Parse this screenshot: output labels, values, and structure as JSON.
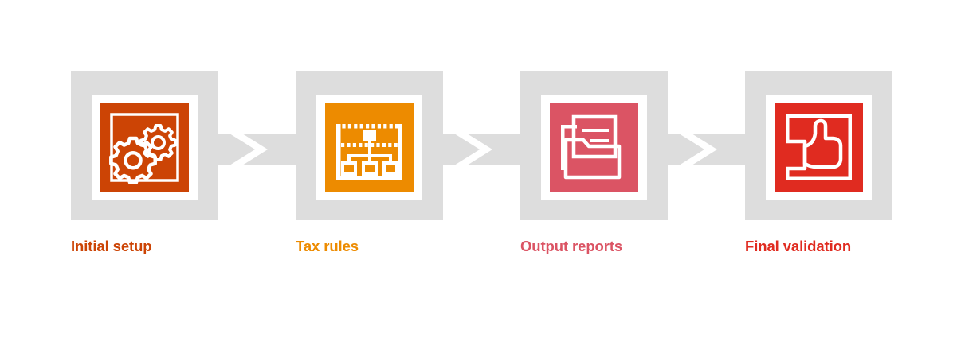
{
  "diagram": {
    "type": "process-flow",
    "orientation": "horizontal",
    "background_color": "#ffffff",
    "box_color": "#dddddd",
    "frame_color": "#ffffff",
    "connector_color": "#dddddd",
    "connector_icon": "chevron-right-icon",
    "steps": [
      {
        "index": 1,
        "label": "Initial setup",
        "color": "#cc4405",
        "label_color": "#cc4405",
        "icon": "gears-icon"
      },
      {
        "index": 2,
        "label": "Tax rules",
        "color": "#ed8b00",
        "label_color": "#ed8b00",
        "icon": "hierarchy-icon"
      },
      {
        "index": 3,
        "label": "Output reports",
        "color": "#db5464",
        "label_color": "#db5464",
        "icon": "folder-document-icon"
      },
      {
        "index": 4,
        "label": "Final validation",
        "color": "#e02b20",
        "label_color": "#e02b20",
        "icon": "thumbs-up-icon"
      }
    ],
    "connectors": [
      {
        "index": 1,
        "from": "Initial setup",
        "to": "Tax rules"
      },
      {
        "index": 2,
        "from": "Tax rules",
        "to": "Output reports"
      },
      {
        "index": 3,
        "from": "Output reports",
        "to": "Final validation"
      }
    ]
  }
}
